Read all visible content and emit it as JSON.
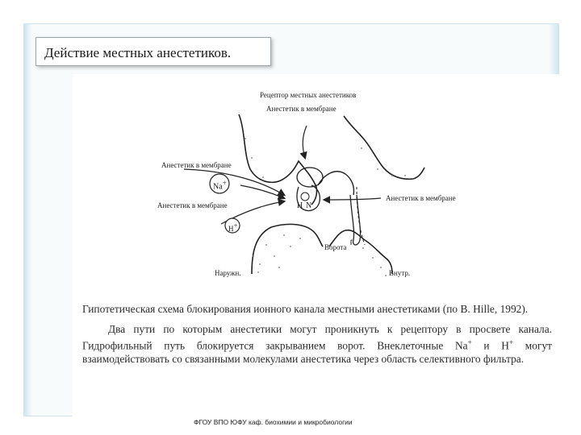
{
  "slide": {
    "title": "Действие местных анестетиков.",
    "footer": "ФГОУ ВПО ЮФУ каф. биохимии и микробиологии"
  },
  "diagram": {
    "labels": {
      "receptor": "Рецептор местных анестетиков",
      "anesthetic_top": "Анестетик в мембране",
      "anesthetic_left_top": "Анестетик в мембране",
      "anesthetic_left_bottom": "Анестетик в мембране",
      "anesthetic_right": "Анестетик в мембране",
      "ion_na": "Na",
      "ion_na_charge": "+",
      "ion_h": "H",
      "ion_h_charge": "+",
      "drug_n": "N",
      "drug_h": "H",
      "gate": "Ворота",
      "outside": "Наружн.",
      "inside": "Внутр."
    }
  },
  "caption": {
    "line1": "Гипотетическая схема блокирования ионного канала местными анестетиками (по B. Hille, 1992).",
    "para2_a": "Два пути по которым анестетики могут проникнуть к рецептору в просвете канала. Гидрофильный путь блокируется закрыванием ворот. Внеклеточные Na",
    "para2_sup1": "+",
    "para2_b": " и H",
    "para2_sup2": "+",
    "para2_c": " могут взаимодействовать со связанными молекулами анестетика через область селективного фильтра."
  }
}
